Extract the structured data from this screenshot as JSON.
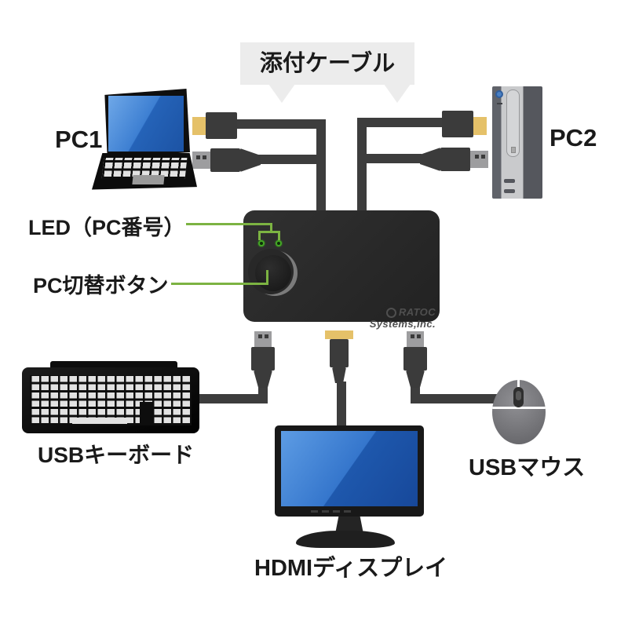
{
  "diagram": {
    "bubble": {
      "label": "添付ケーブル"
    },
    "annotations": {
      "led": "LED（PC番号）",
      "button": "PC切替ボタン"
    },
    "devices": {
      "pc1": {
        "label": "PC1",
        "type": "laptop"
      },
      "pc2": {
        "label": "PC2",
        "type": "desktop-tower"
      },
      "kvm": {
        "brand": "RATOC Systems,Inc.",
        "led_count": "2"
      },
      "keyboard": {
        "label": "USBキーボード"
      },
      "mouse": {
        "label": "USBマウス"
      },
      "display": {
        "label": "HDMIディスプレイ"
      }
    },
    "icons": {
      "hdmi_plug": "hdmi-plug",
      "usb_plug": "usb-a-plug",
      "led": "green-led",
      "button": "round-push-button"
    },
    "colors": {
      "callout_green": "#7cb342",
      "led_green": "#43a824",
      "hdmi_gold": "#e5c169",
      "usb_silver": "#9d9d9f",
      "cable_dark": "#3d3d3d",
      "screen_blue": "#2e6fc4",
      "bubble_gray": "#ececec",
      "device_black": "#1a1a1a"
    }
  }
}
